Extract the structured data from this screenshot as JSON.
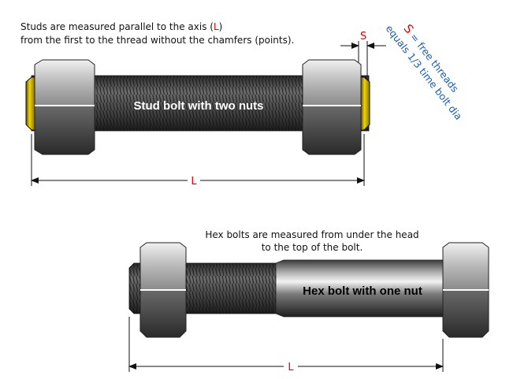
{
  "stud": {
    "note_line1_pre": "Studs are measured parallel to the axis (",
    "note_line1_L": "L",
    "note_line1_post": ")",
    "note_line2": "from the first to the thread without the chamfers (points).",
    "label": "Stud bolt with two nuts",
    "dim_label": "L",
    "s_label": "S"
  },
  "side_note": {
    "s_letter": "S",
    "line1_rest": " = free threads",
    "line2": "equals 1/3 time bolt dia"
  },
  "hex": {
    "note_line1": "Hex bolts are measured from under the head",
    "note_line2": "to the top of the bolt.",
    "label": "Hex bolt with one nut",
    "dim_label": "L"
  },
  "colors": {
    "accent_red": "#e00000",
    "note_blue": "#1a5fb4",
    "washer_yellow": "#f2d600",
    "steel_dark": "#3a3a3a"
  }
}
